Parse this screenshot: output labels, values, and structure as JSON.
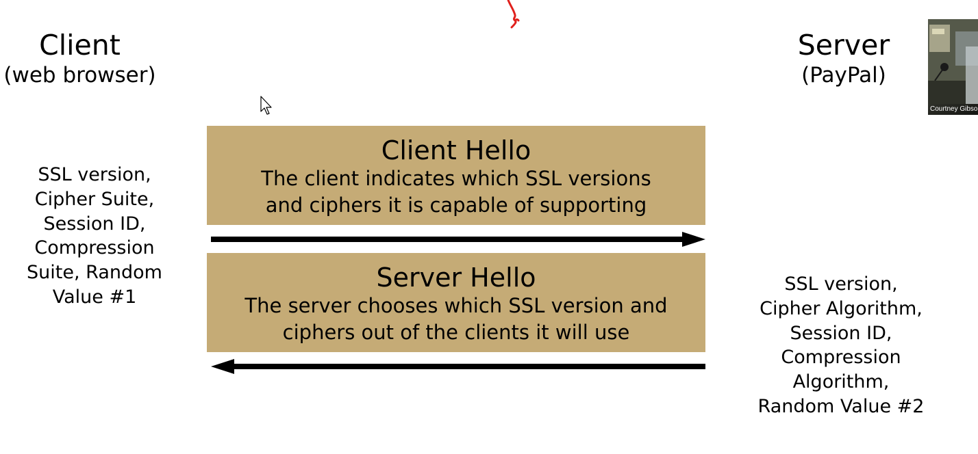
{
  "client": {
    "title": "Client",
    "subtitle": "(web browser)",
    "params": [
      "SSL version,",
      "Cipher Suite,",
      "Session ID,",
      "Compression",
      "Suite, Random",
      "Value #1"
    ]
  },
  "server": {
    "title": "Server",
    "subtitle": "(PayPal)",
    "params": [
      "SSL version,",
      "Cipher Algorithm,",
      "Session ID,",
      "Compression",
      "Algorithm,",
      "Random Value #2"
    ]
  },
  "messages": [
    {
      "title": "Client Hello",
      "desc": [
        "The client indicates which SSL versions",
        "and ciphers it is capable of supporting"
      ],
      "direction": "client-to-server"
    },
    {
      "title": "Server Hello",
      "desc": [
        "The server chooses which SSL version and",
        "ciphers out of the clients it will use"
      ],
      "direction": "server-to-client"
    }
  ],
  "video_overlay": {
    "participant_name": "Courtney Gibson"
  },
  "colors": {
    "message_box": "#c5ab76",
    "arrow": "#000000",
    "annotation_ink": "#e0201c"
  }
}
